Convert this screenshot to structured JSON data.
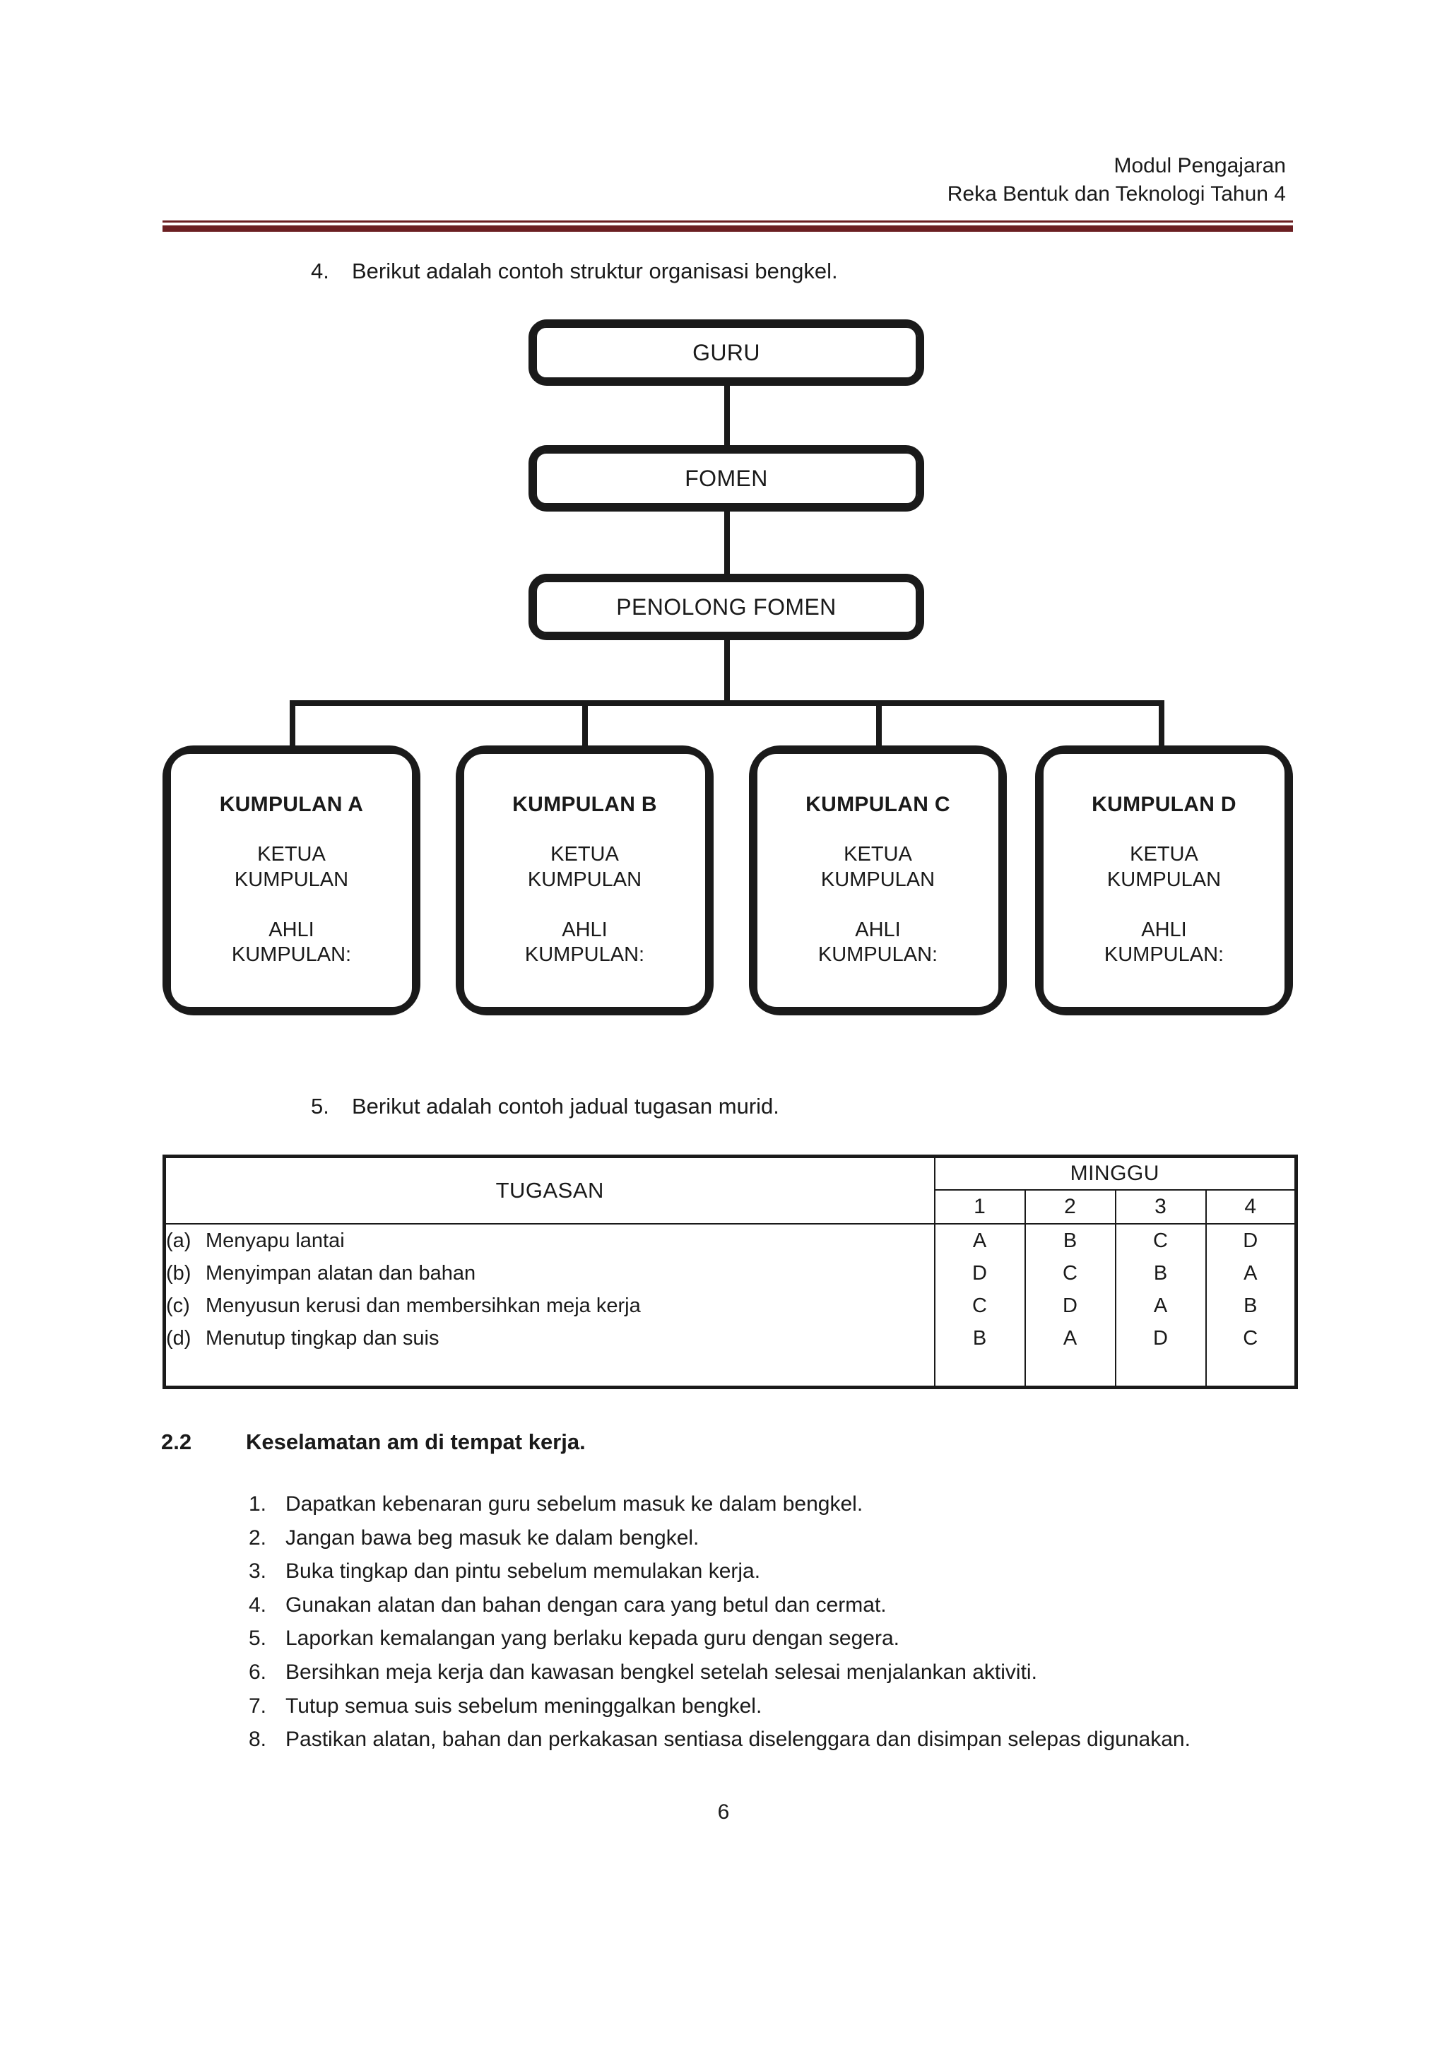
{
  "header": {
    "line1": "Modul Pengajaran",
    "line2": "Reka Bentuk dan Teknologi Tahun 4",
    "rule_color": "#6b1f22"
  },
  "item4": {
    "number": "4.",
    "text": "Berikut adalah contoh struktur organisasi bengkel."
  },
  "orgchart": {
    "guru": "GURU",
    "fomen": "FOMEN",
    "penolong_fomen": "PENOLONG FOMEN",
    "groups": [
      {
        "title": "KUMPULAN A",
        "role_leader": "KETUA\nKUMPULAN",
        "role_members": "AHLI\nKUMPULAN:"
      },
      {
        "title": "KUMPULAN B",
        "role_leader": "KETUA\nKUMPULAN",
        "role_members": "AHLI\nKUMPULAN:"
      },
      {
        "title": "KUMPULAN C",
        "role_leader": "KETUA\nKUMPULAN",
        "role_members": "AHLI\nKUMPULAN:"
      },
      {
        "title": "KUMPULAN D",
        "role_leader": "KETUA\nKUMPULAN",
        "role_members": "AHLI\nKUMPULAN:"
      }
    ]
  },
  "item5": {
    "number": "5.",
    "text": "Berikut adalah contoh jadual tugasan murid."
  },
  "table": {
    "col_tugasan": "TUGASAN",
    "col_minggu": "MINGGU",
    "weeks": [
      "1",
      "2",
      "3",
      "4"
    ],
    "tasks": [
      {
        "key": "(a)",
        "label": "Menyapu lantai"
      },
      {
        "key": "(b)",
        "label": "Menyimpan alatan dan bahan"
      },
      {
        "key": "(c)",
        "label": "Menyusun kerusi dan membersihkan meja kerja"
      },
      {
        "key": "(d)",
        "label": "Menutup tingkap dan suis"
      }
    ],
    "assignments": {
      "week1": [
        "A",
        "D",
        "C",
        "B"
      ],
      "week2": [
        "B",
        "C",
        "D",
        "A"
      ],
      "week3": [
        "C",
        "B",
        "A",
        "D"
      ],
      "week4": [
        "D",
        "A",
        "B",
        "C"
      ]
    }
  },
  "section22": {
    "number": "2.2",
    "title": "Keselamatan am di tempat kerja.",
    "items": [
      {
        "num": "1.",
        "text": "Dapatkan kebenaran guru sebelum masuk ke dalam bengkel."
      },
      {
        "num": "2.",
        "text": "Jangan bawa beg masuk ke dalam bengkel."
      },
      {
        "num": "3.",
        "text": "Buka tingkap dan pintu sebelum memulakan kerja."
      },
      {
        "num": "4.",
        "text": "Gunakan alatan dan bahan dengan cara yang betul dan cermat."
      },
      {
        "num": "5.",
        "text": "Laporkan kemalangan yang berlaku kepada guru dengan segera."
      },
      {
        "num": "6.",
        "text": "Bersihkan meja kerja dan kawasan bengkel setelah selesai menjalankan aktiviti."
      },
      {
        "num": "7.",
        "text": "Tutup semua suis sebelum meninggalkan bengkel."
      },
      {
        "num": "8.",
        "text": "Pastikan alatan, bahan dan perkakasan sentiasa diselenggara dan disimpan selepas digunakan."
      }
    ]
  },
  "footer": {
    "page_number": "6"
  }
}
